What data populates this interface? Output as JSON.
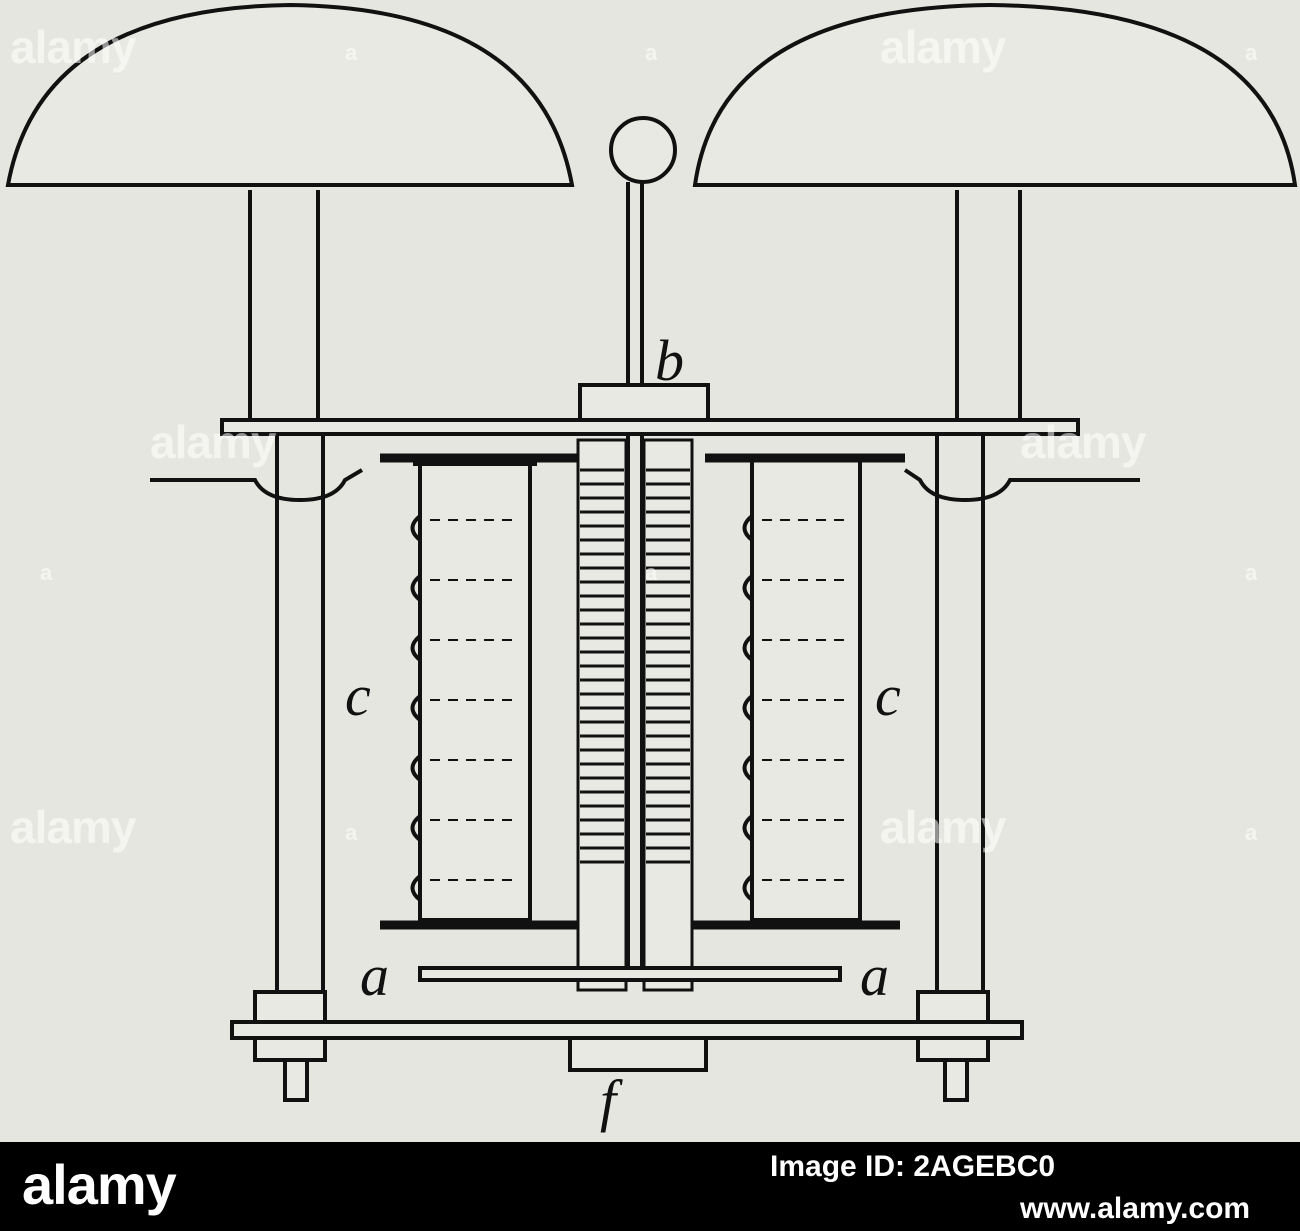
{
  "diagram": {
    "labels": {
      "b": "b",
      "c_left": "c",
      "c_right": "c",
      "a_left": "a",
      "a_right": "a",
      "f": "f"
    }
  },
  "watermark": {
    "text": "alamy",
    "letter": "a"
  },
  "footer": {
    "logo": "alamy",
    "image_id": "Image ID: 2AGEBC0",
    "url": "www.alamy.com"
  }
}
